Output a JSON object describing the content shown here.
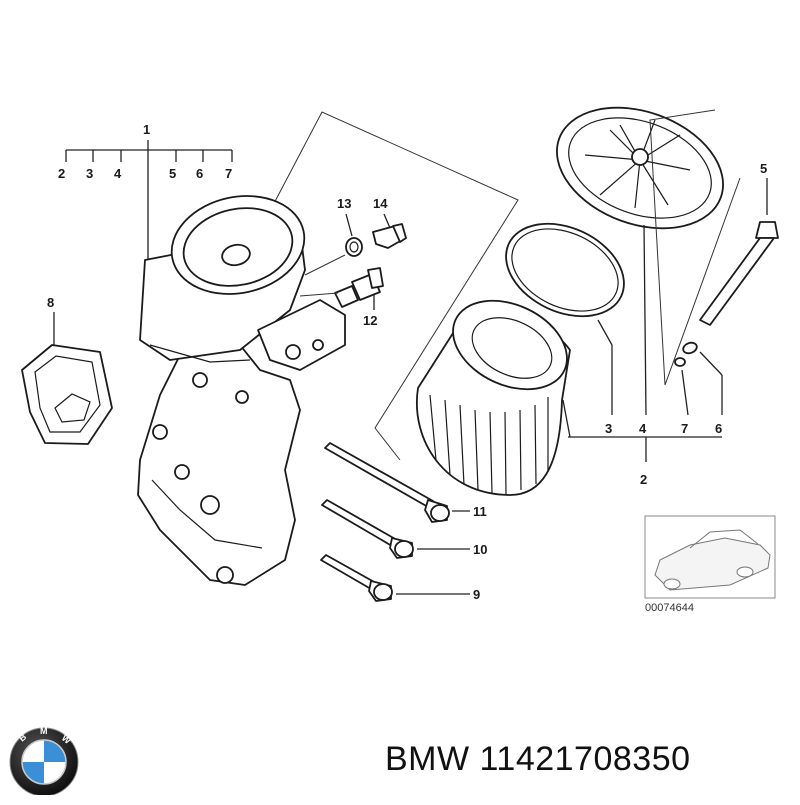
{
  "diagram": {
    "callouts": {
      "n1": "1",
      "n2a": "2",
      "n3a": "3",
      "n4a": "4",
      "n5a": "5",
      "n6a": "6",
      "n7a": "7",
      "n8": "8",
      "n13": "13",
      "n14": "14",
      "n12": "12",
      "n5b": "5",
      "n3b": "3",
      "n4b": "4",
      "n7b": "7",
      "n6b": "6",
      "n2b": "2",
      "n11": "11",
      "n10": "10",
      "n9": "9"
    },
    "thumbnail_code": "00074644"
  },
  "logo": {
    "letters": "BMW",
    "colors": {
      "blue": "#3a8fd6",
      "black": "#111111",
      "white": "#ffffff"
    }
  },
  "footer": {
    "text": "BMW 11421708350"
  }
}
